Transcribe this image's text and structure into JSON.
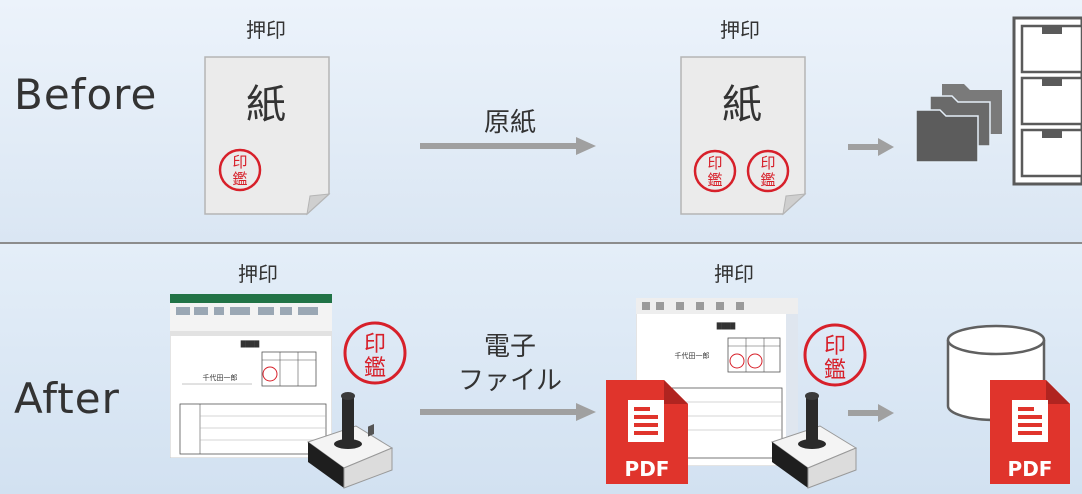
{
  "before": {
    "row_label": "Before",
    "stamp_label_1": "押印",
    "stamp_label_2": "押印",
    "paper_char": "紙",
    "arrow_label": "原紙",
    "seal_top": "印",
    "seal_bottom": "鑑"
  },
  "after": {
    "row_label": "After",
    "stamp_label_1": "押印",
    "stamp_label_2": "押印",
    "arrow_label_line1": "電子",
    "arrow_label_line2": "ファイル",
    "seal_top": "印",
    "seal_bottom": "鑑",
    "pdf_label": "PDF",
    "doc_name": "千代田一郎"
  },
  "colors": {
    "seal_red": "#d7202a",
    "pdf_red": "#e0342c",
    "arrow_gray": "#a0a0a0",
    "excel_green": "#217346"
  }
}
